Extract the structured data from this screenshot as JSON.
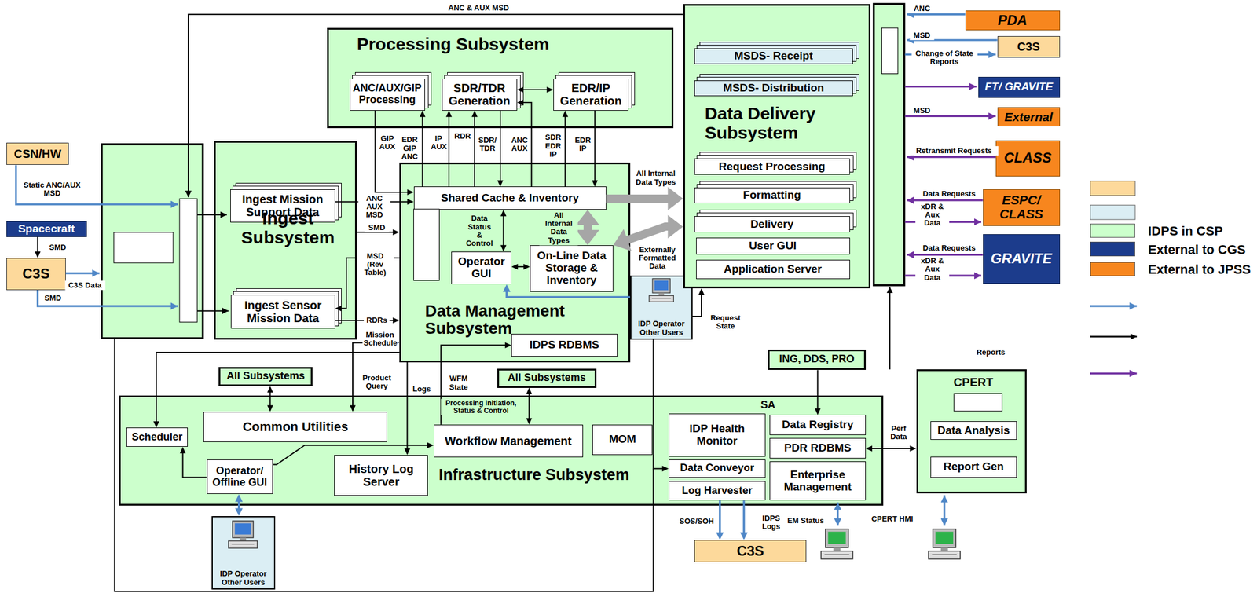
{
  "diagram": {
    "nodes": [
      {
        "text": [
          "CSN/HW"
        ]
      },
      {
        "text": [
          "Spacecraft"
        ]
      },
      {
        "text": [
          "C3S"
        ]
      },
      {
        "text": [
          "Ingest Subsystem"
        ]
      },
      {
        "text": [
          "Ingest Mission Support Data"
        ],
        "in": 3
      },
      {
        "text": [
          "Ingest Sensor Mission Data"
        ],
        "in": 3
      },
      {
        "text": [
          "Processing Subsystem"
        ]
      },
      {
        "text": [
          "ANC/AUX/GIP Processing"
        ],
        "in": 6
      },
      {
        "text": [
          "SDR/TDR Generation"
        ],
        "in": 6
      },
      {
        "text": [
          "EDR/IP Generation"
        ],
        "in": 6
      },
      {
        "text": [
          "Data Management Subsystem"
        ]
      },
      {
        "text": [
          "Shared Cache & Inventory"
        ],
        "in": 10
      },
      {
        "text": [
          "Operator GUI"
        ],
        "in": 10
      },
      {
        "text": [
          "On-Line Data Storage & Inventory"
        ],
        "in": 10
      },
      {
        "text": [
          "IDPS RDBMS"
        ],
        "in": 10
      },
      {
        "text": [
          "IDP Operator Other Users"
        ]
      },
      {
        "text": [
          "Data Delivery Subsystem"
        ]
      },
      {
        "text": [
          "MSDS- Receipt"
        ],
        "in": 16
      },
      {
        "text": [
          "MSDS- Distribution"
        ],
        "in": 16
      },
      {
        "text": [
          "Request Processing"
        ],
        "in": 16
      },
      {
        "text": [
          "Formatting"
        ],
        "in": 16
      },
      {
        "text": [
          "Delivery"
        ],
        "in": 16
      },
      {
        "text": [
          "User GUI"
        ],
        "in": 16
      },
      {
        "text": [
          "Application Server"
        ],
        "in": 16
      },
      {
        "text": [
          "PDA"
        ]
      },
      {
        "text": [
          "C3S"
        ]
      },
      {
        "text": [
          "FT/ GRAVITE"
        ]
      },
      {
        "text": [
          "External"
        ]
      },
      {
        "text": [
          "CLASS"
        ]
      },
      {
        "text": [
          "ESPC/ CLASS"
        ]
      },
      {
        "text": [
          "GRAVITE"
        ]
      },
      {
        "text": [
          "All Subsystems"
        ]
      },
      {
        "text": [
          "All Subsystems"
        ]
      },
      {
        "text": [
          "ING, DDS, PRO"
        ]
      },
      {
        "text": [
          "Infrastructure Subsystem"
        ]
      },
      {
        "text": [
          "Scheduler"
        ],
        "in": 34
      },
      {
        "text": [
          "Common Utilities"
        ],
        "in": 34
      },
      {
        "text": [
          "Operator/ Offline GUI"
        ],
        "in": 34
      },
      {
        "text": [
          "History Log Server"
        ],
        "in": 34
      },
      {
        "text": [
          "Workflow Management"
        ],
        "in": 34
      },
      {
        "text": [
          "MOM"
        ],
        "in": 34
      },
      {
        "text": [
          "IDP Health Monitor"
        ],
        "in": 34
      },
      {
        "text": [
          "Data Registry"
        ],
        "in": 34
      },
      {
        "text": [
          "PDR RDBMS"
        ],
        "in": 34
      },
      {
        "text": [
          "Data Conveyor"
        ],
        "in": 34
      },
      {
        "text": [
          "Log Harvester"
        ],
        "in": 34
      },
      {
        "text": [
          "Enterprise Management"
        ],
        "in": 34
      },
      {
        "text": [
          "IDP Operator Other Users"
        ]
      },
      {
        "text": [
          "C3S"
        ]
      },
      {
        "text": [
          "CPERT"
        ]
      },
      {
        "text": [
          "Data Analysis"
        ],
        "in": 49
      },
      {
        "text": [
          "Report Gen"
        ],
        "in": 49
      }
    ],
    "edges": [
      {
        "from": 1,
        "to": 2,
        "arrow": "to",
        "label": "SMD"
      },
      {
        "from": 7,
        "to": 11,
        "arrow": "to",
        "label": "GIP AUX"
      },
      {
        "from": 11,
        "to": 7,
        "arrow": "to",
        "label": "EDR GIP ANC"
      },
      {
        "from": 11,
        "to": 8,
        "arrow": "to",
        "label": "IP AUX"
      },
      {
        "from": 11,
        "to": 8,
        "arrow": "to",
        "label": "RDR"
      },
      {
        "from": 8,
        "to": 11,
        "arrow": "to",
        "label": "SDR/ TDR"
      },
      {
        "from": 11,
        "to": 8,
        "arrow": "to",
        "label": "ANC AUX"
      },
      {
        "from": 8,
        "to": 9,
        "arrow": "both"
      },
      {
        "from": 11,
        "to": 9,
        "arrow": "to",
        "label": "SDR EDR IP"
      },
      {
        "from": 9,
        "to": 11,
        "arrow": "to",
        "label": "EDR IP"
      },
      {
        "from": 4,
        "to": 11,
        "arrow": "to",
        "label": "ANC AUX MSD"
      },
      {
        "from": 3,
        "to": 10,
        "arrow": "to",
        "label": "SMD"
      },
      {
        "from": 10,
        "to": 5,
        "arrow": "to",
        "label": "MSD (Rev Table)"
      },
      {
        "from": 5,
        "to": 10,
        "arrow": "to",
        "label": "RDRs"
      },
      {
        "from": 10,
        "to": 35,
        "arrow": "to",
        "label": "Mission Schedule"
      },
      {
        "from": 36,
        "to": 10,
        "arrow": "both",
        "label": "Product Query"
      },
      {
        "from": 10,
        "to": 38,
        "arrow": "to",
        "label": "Logs"
      },
      {
        "from": 39,
        "to": 14,
        "arrow": "to",
        "label": "WFM State"
      },
      {
        "from": 32,
        "to": 39,
        "arrow": "both",
        "label": "Processing Initiation, Status & Control"
      },
      {
        "from": 31,
        "to": 36,
        "arrow": "both"
      },
      {
        "from": 37,
        "to": 35,
        "arrow": "to"
      },
      {
        "from": 37,
        "to": 39,
        "arrow": "to"
      },
      {
        "from": 12,
        "to": 13,
        "arrow": "both"
      },
      {
        "from": 11,
        "to": 12,
        "arrow": "both",
        "label": "Data Status & Control"
      },
      {
        "from": 11,
        "to": 13,
        "arrow": "both",
        "label": "All Internal Data Types"
      },
      {
        "from": 11,
        "to": 16,
        "arrow": "to",
        "label": "All Internal Data Types"
      },
      {
        "from": 13,
        "to": 16,
        "arrow": "both"
      },
      {
        "from": 15,
        "to": 12,
        "arrow": "to"
      },
      {
        "from": 15,
        "to": 16,
        "arrow": "to",
        "label": "Request State"
      },
      {
        "from": 15,
        "to": 44,
        "arrow": "to"
      },
      {
        "from": 33,
        "to": 42,
        "arrow": "to"
      },
      {
        "from": 43,
        "to": 49,
        "arrow": "both",
        "label": "Perf Data"
      },
      {
        "from": 45,
        "to": 48,
        "arrow": "to",
        "label": "SOS/SOH"
      },
      {
        "from": 45,
        "to": 48,
        "arrow": "to",
        "label": "IDPS Logs"
      },
      {
        "from": 47,
        "to": 37,
        "arrow": "both"
      }
    ],
    "labels": [
      "ANC & AUX MSD",
      "Static ANC/AUX MSD",
      "C3S Data",
      "SMD",
      "ANC",
      "MSD",
      "Change of State Reports",
      "MSD",
      "Retransmit Requests",
      "Data Requests",
      "xDR & Aux Data",
      "Data Requests",
      "xDR & Aux Data",
      "Reports",
      "SA",
      "Externally Formatted Data",
      "EM Status",
      "CPERT HMI"
    ],
    "legend": [
      {
        "text": "IDPS in CSP",
        "color": "#ccffcc"
      },
      {
        "text": "External to CGS",
        "color": "#1c3c8c"
      },
      {
        "text": "External to JPSS",
        "color": "#f7861e"
      }
    ]
  }
}
